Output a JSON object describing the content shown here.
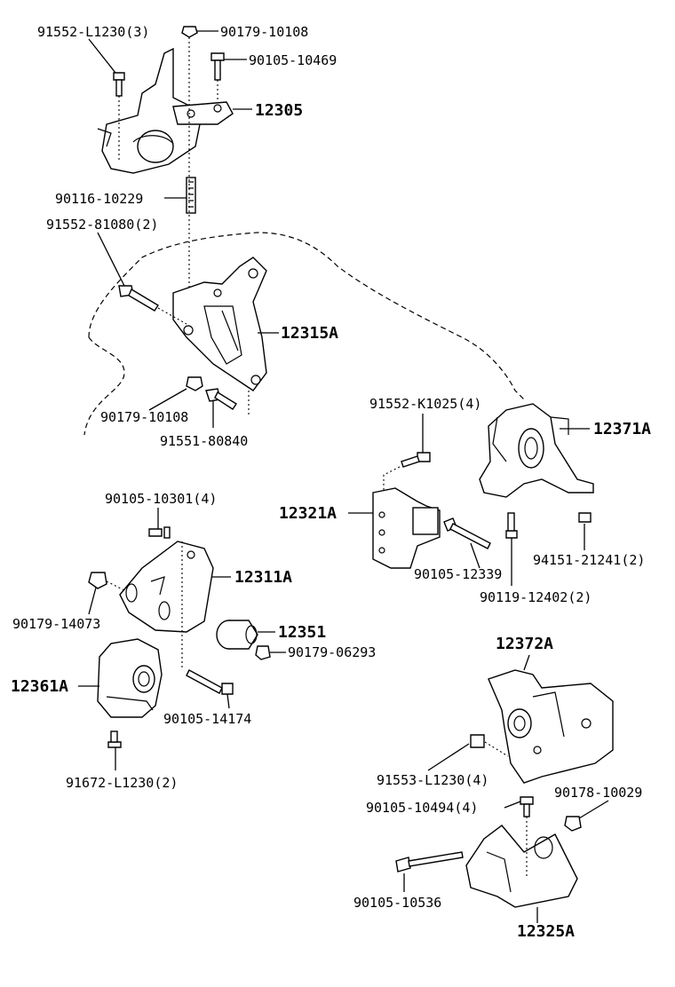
{
  "diagram": {
    "labels": [
      {
        "id": "l1",
        "text": "91552-L1230(3)"
      },
      {
        "id": "l2",
        "text": "90179-10108"
      },
      {
        "id": "l3",
        "text": "90105-10469"
      },
      {
        "id": "l4",
        "text": "12305"
      },
      {
        "id": "l5",
        "text": "90116-10229"
      },
      {
        "id": "l6",
        "text": "91552-81080(2)"
      },
      {
        "id": "l7",
        "text": "12315A"
      },
      {
        "id": "l8",
        "text": "90179-10108"
      },
      {
        "id": "l9",
        "text": "91551-80840"
      },
      {
        "id": "l10",
        "text": "91552-K1025(4)"
      },
      {
        "id": "l11",
        "text": "12371A"
      },
      {
        "id": "l12",
        "text": "90105-10301(4)"
      },
      {
        "id": "l13",
        "text": "12321A"
      },
      {
        "id": "l14",
        "text": "12311A"
      },
      {
        "id": "l15",
        "text": "90105-12339"
      },
      {
        "id": "l16",
        "text": "94151-21241(2)"
      },
      {
        "id": "l17",
        "text": "90119-12402(2)"
      },
      {
        "id": "l18",
        "text": "90179-14073"
      },
      {
        "id": "l19",
        "text": "12351"
      },
      {
        "id": "l20",
        "text": "90179-06293"
      },
      {
        "id": "l21",
        "text": "12361A"
      },
      {
        "id": "l22",
        "text": "90105-14174"
      },
      {
        "id": "l23",
        "text": "12372A"
      },
      {
        "id": "l24",
        "text": "91672-L1230(2)"
      },
      {
        "id": "l25",
        "text": "91553-L1230(4)"
      },
      {
        "id": "l26",
        "text": "90178-10029"
      },
      {
        "id": "l27",
        "text": "90105-10494(4)"
      },
      {
        "id": "l28",
        "text": "90105-10536"
      },
      {
        "id": "l29",
        "text": "12325A"
      }
    ]
  }
}
